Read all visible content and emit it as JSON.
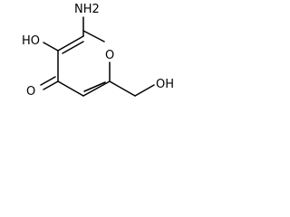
{
  "molecule": {
    "atoms": {
      "amino": "NH2",
      "hydroxy": "HO",
      "ring_oxygen": "O",
      "carbonyl_oxygen": "O",
      "hydroxymethyl": "OH"
    }
  }
}
